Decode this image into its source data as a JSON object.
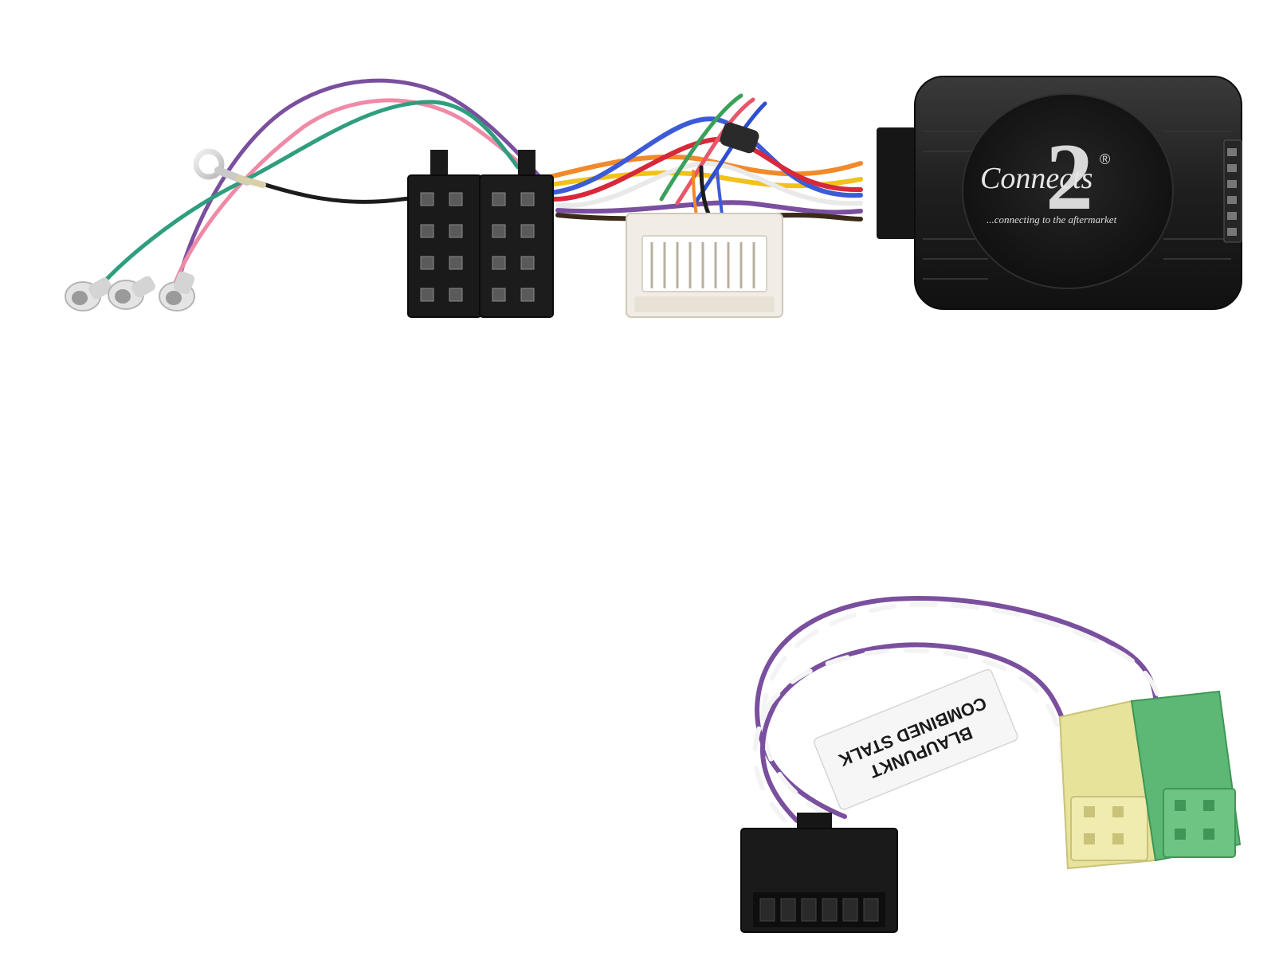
{
  "product": {
    "brand": {
      "name": "Connects",
      "numeral": "2",
      "registered_mark": "®",
      "tagline": "...connecting to the aftermarket"
    },
    "cable_tag": {
      "line1": "BLAUPUNKT",
      "line2": "COMBINED STALK"
    }
  },
  "colors": {
    "background": "#ffffff",
    "module_body": "#1e1e1e",
    "iso_connector": "#1a1a1a",
    "white_connector": "#f1ede6",
    "yellow_connector": "#e8e39a",
    "green_connector": "#5cb874",
    "wire_purple": "#7a4f9e",
    "wire_green": "#2f9e7e",
    "wire_pink": "#ef8aa6",
    "wire_orange": "#f08a2a",
    "wire_blue": "#3d5bd6"
  }
}
